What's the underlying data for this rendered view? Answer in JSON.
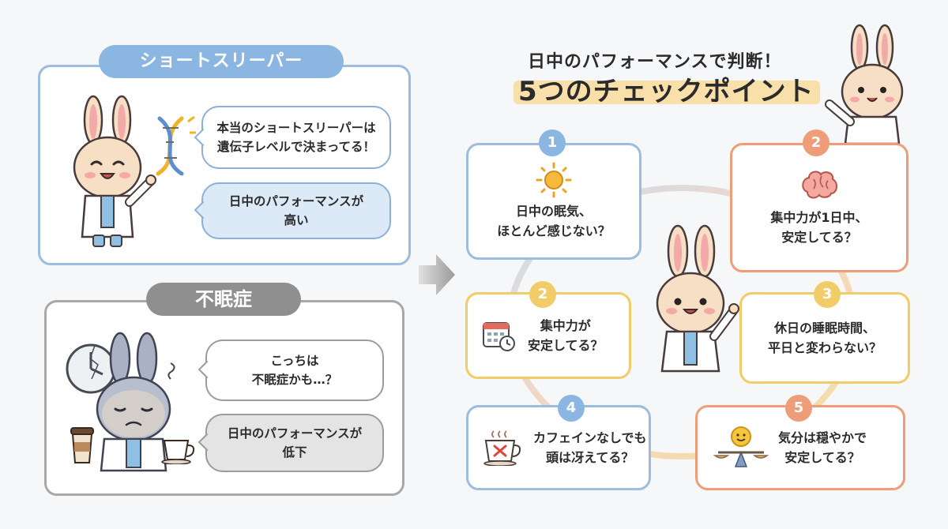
{
  "left_top": {
    "tag": "ショートスリーパー",
    "bubbles": [
      {
        "lines": [
          "本当のショートスリーパーは",
          "遺伝子レベルで決まってる！"
        ]
      },
      {
        "lines": [
          "日中のパフォーマンスが",
          "高い"
        ]
      }
    ]
  },
  "left_bottom": {
    "tag": "不眠症",
    "bubbles": [
      {
        "lines": [
          "こっちは",
          "不眠症かも…？"
        ]
      },
      {
        "lines": [
          "日中のパフォーマンスが",
          "低下"
        ]
      }
    ]
  },
  "right": {
    "title_line1": "日中のパフォーマンスで判断！",
    "title_line2": "5つのチェックポイント",
    "cards": [
      {
        "badge": "1",
        "lines": [
          "日中の眠気、",
          "ほとんど感じない？"
        ],
        "icon": "sun-icon"
      },
      {
        "badge": "2",
        "lines": [
          "集中力が1日中、",
          "安定してる？"
        ],
        "icon": "brain-icon"
      },
      {
        "badge": "2",
        "lines": [
          "集中力が",
          "安定してる？"
        ],
        "icon": "calendar-clock-icon"
      },
      {
        "badge": "3",
        "lines": [
          "休日の睡眠時間、",
          "平日と変わらない？"
        ],
        "icon": ""
      },
      {
        "badge": "4",
        "lines": [
          "カフェインなしでも",
          "頭は冴えてる？"
        ],
        "icon": "no-coffee-icon"
      },
      {
        "badge": "5",
        "lines": [
          "気分は穏やかで",
          "安定してる？"
        ],
        "icon": "balance-smile-icon"
      }
    ]
  },
  "colors": {
    "blue": "#9cbce0",
    "blue_tag": "#8cb6e2",
    "gray": "#a8a8a8",
    "orange": "#ef9d79",
    "yellow": "#f3cc6a",
    "highlight": "#f9dfa9"
  }
}
